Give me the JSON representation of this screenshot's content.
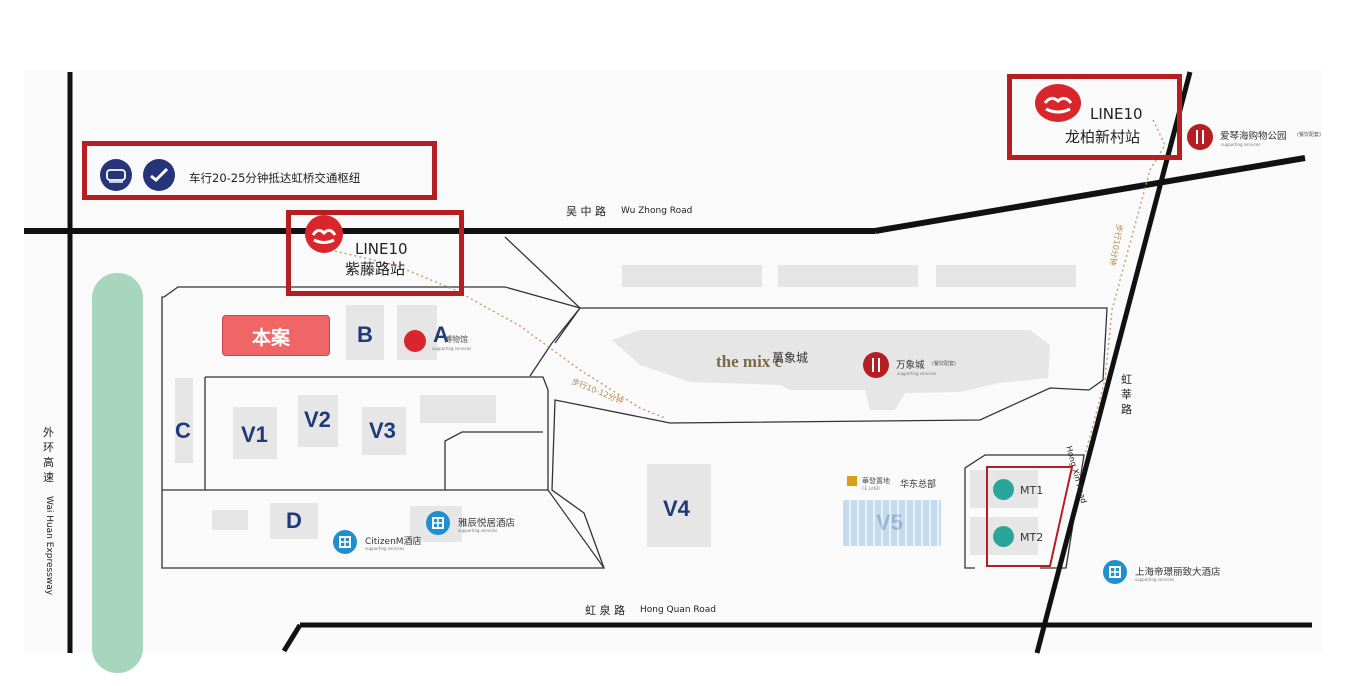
{
  "transit_banner": {
    "text": "车行20-25分钟抵达虹桥交通枢纽",
    "icons": [
      "train-icon",
      "plane-icon"
    ]
  },
  "stations": [
    {
      "line": "LINE10",
      "name": "紫藤路站"
    },
    {
      "line": "LINE10",
      "name": "龙柏新村站"
    }
  ],
  "roads": {
    "wu_zhong": {
      "cn": "吴 中 路",
      "en": "Wu Zhong Road"
    },
    "hong_quan": {
      "cn": "虹 泉 路",
      "en": "Hong Quan Road"
    },
    "hong_xin": {
      "cn": "虹 莘 路",
      "en": "Hong Xin Road"
    },
    "waihuan": {
      "cn": "外 环 高 速",
      "en": "Wai Huan Expressway"
    }
  },
  "project_label": "本案",
  "buildings": [
    "A",
    "B",
    "C",
    "D",
    "V1",
    "V2",
    "V3",
    "V4",
    "V5"
  ],
  "walk_labels": [
    "步行10-12分钟",
    "步行10分钟"
  ],
  "pois": {
    "mall_logo": "the mix c",
    "wanxiangcheng_sign": "萬象城",
    "wanxiangcheng_dining": "万象城",
    "wanxiangcheng_dining_note": "(餐饮配套)",
    "aiqinhai": "爱琴海购物公园",
    "aiqinhai_note": "(餐饮配套)",
    "a_building_poi": "博物馆",
    "citizenm": "CitizenM酒店",
    "yachen": "雅辰悦居酒店",
    "hotel_shanghai": "上海帝璟丽致大酒店",
    "huafa_brand": "華發置地",
    "huafa_en": "CE LAND",
    "huafa_hq": "华东总部",
    "supporting": "supporting services",
    "mt1": "MT1",
    "mt2": "MT2"
  },
  "colors": {
    "accent_red": "#b51f24",
    "metro_red": "#d9262c",
    "bldg_blue": "#1f3a7a",
    "green_belt": "#a8d5be",
    "teal": "#2aa59a",
    "hotel_blue": "#1f8fcf"
  }
}
